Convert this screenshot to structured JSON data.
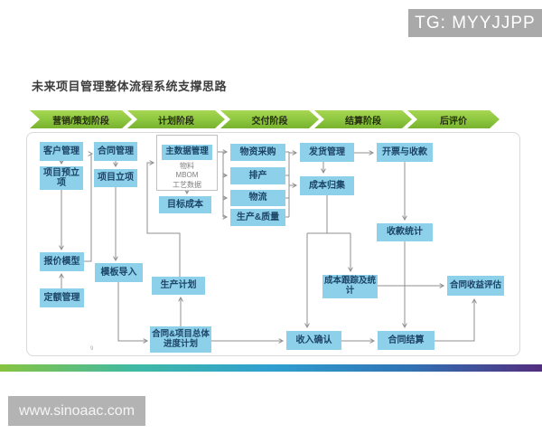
{
  "header": {
    "tg_badge": "TG: MYYJJPP"
  },
  "title": "未来项目管理整体流程系统支撑思路",
  "phases": [
    {
      "label": "营销/策划阶段"
    },
    {
      "label": "计划阶段"
    },
    {
      "label": "交付阶段"
    },
    {
      "label": "结算阶段"
    },
    {
      "label": "后评价"
    }
  ],
  "nodes": {
    "customer_mgmt": "客户管理",
    "project_pre_approval": "项目预立项",
    "quote_model": "报价模型",
    "quota_mgmt": "定额管理",
    "contract_mgmt": "合同管理",
    "project_setup": "项目立项",
    "template_import": "模板导入",
    "master_data_mgmt": "主数据管理",
    "target_cost": "目标成本",
    "production_plan": "生产计划",
    "overall_schedule": "合同&项目总体进度计划",
    "material_procurement": "物资采购",
    "production_scheduling": "排产",
    "logistics": "物流",
    "production_quality": "生产&质量",
    "shipping_mgmt": "发货管理",
    "cost_collection": "成本归集",
    "invoicing_collection": "开票与收款",
    "collection_stats": "收款统计",
    "cost_tracking_stats": "成本跟踪及统计",
    "revenue_recognition": "收入确认",
    "contract_settlement": "合同结算",
    "contract_benefit_eval": "合同收益评估"
  },
  "master_data_note": [
    "物料",
    "MBOM",
    "工艺数据"
  ],
  "page_mark": "9",
  "footer": {
    "site_watermark": "www.sinoaac.com"
  },
  "colors": {
    "node_fill": "#8dd0ea",
    "node_text": "#1c4467",
    "phase_green": "#8cc63e",
    "connector_gray": "#8f8f8f",
    "badge_gray": "#a9a9a9",
    "bar_gradient": [
      "#86c440",
      "#3fb9a5",
      "#2f9fd0",
      "#2f74b5",
      "#532d7e"
    ]
  }
}
